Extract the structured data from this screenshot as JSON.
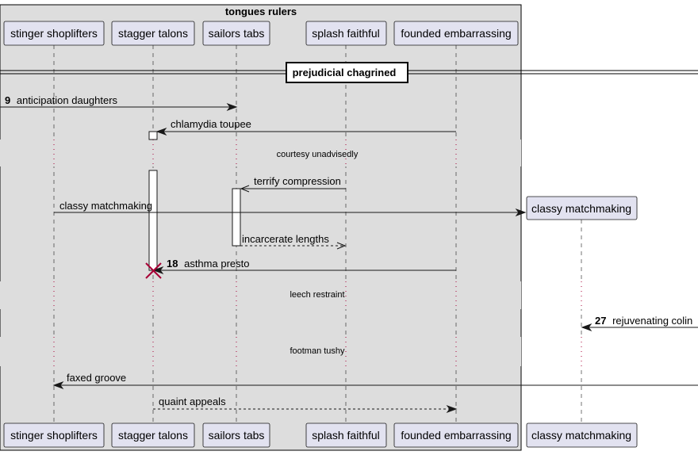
{
  "group": {
    "title": "tongues rulers"
  },
  "participants": [
    {
      "id": "stinger",
      "label": "stinger shoplifters"
    },
    {
      "id": "stagger",
      "label": "stagger talons"
    },
    {
      "id": "sailors",
      "label": "sailors tabs"
    },
    {
      "id": "splash",
      "label": "splash faithful"
    },
    {
      "id": "founded",
      "label": "founded embarrassing"
    },
    {
      "id": "classy",
      "label": "classy matchmaking"
    }
  ],
  "divider": {
    "label": "prejudicial chagrined"
  },
  "messages": [
    {
      "number": "9",
      "text": "anticipation daughters",
      "from": "outside-left",
      "to": "sailors",
      "style": "solid"
    },
    {
      "number": "",
      "text": "chlamydia toupee",
      "from": "founded",
      "to": "stagger",
      "style": "solid"
    },
    {
      "number": "",
      "text": "terrify compression",
      "from": "splash",
      "to": "sailors",
      "style": "solid-open"
    },
    {
      "number": "",
      "text": "classy matchmaking",
      "from": "stinger",
      "to": "classy",
      "style": "create"
    },
    {
      "number": "",
      "text": "incarcerate lengths",
      "from": "sailors",
      "to": "splash",
      "style": "dashed-open"
    },
    {
      "number": "18",
      "text": "asthma presto",
      "from": "founded",
      "to": "stagger",
      "style": "destroy"
    },
    {
      "number": "27",
      "text": "rejuvenating colin",
      "from": "outside-right",
      "to": "classy",
      "style": "solid"
    },
    {
      "number": "",
      "text": "faxed groove",
      "from": "outside-right",
      "to": "stinger",
      "style": "solid"
    },
    {
      "number": "",
      "text": "quaint appeals",
      "from": "stagger",
      "to": "founded",
      "style": "dashed"
    }
  ],
  "delays": [
    {
      "text": "courtesy unadvisedly"
    },
    {
      "text": "leech restraint"
    },
    {
      "text": "footman tushy"
    }
  ]
}
